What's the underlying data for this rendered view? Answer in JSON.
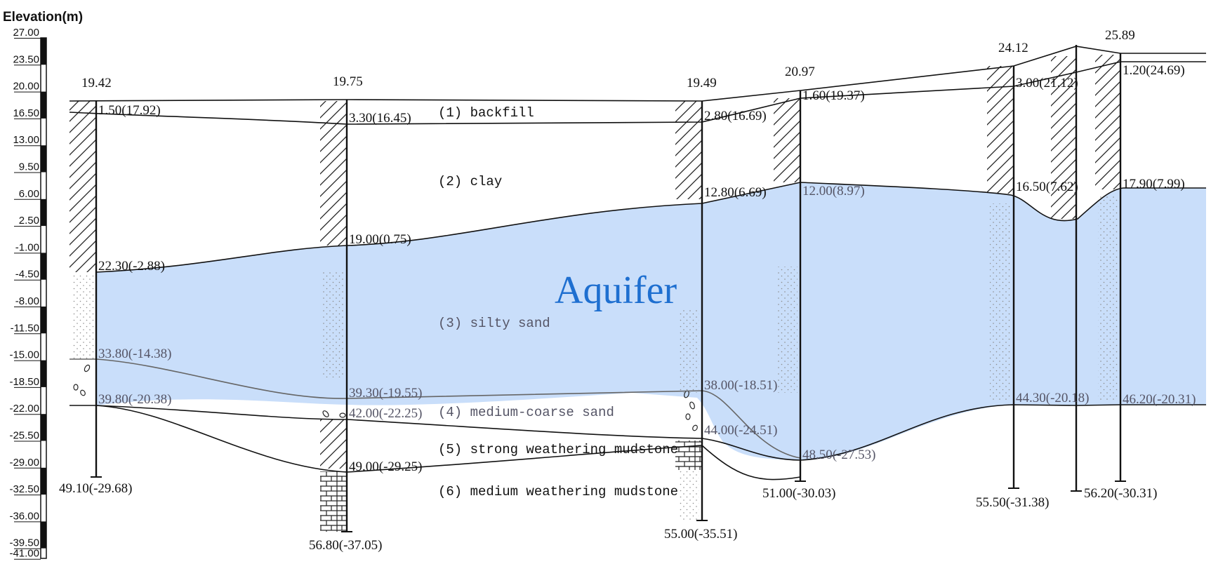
{
  "axis": {
    "title": "Elevation(m)",
    "ticks": [
      "27.00",
      "23.50",
      "20.00",
      "16.50",
      "13.00",
      "9.50",
      "6.00",
      "2.50",
      "-1.00",
      "-4.50",
      "-8.00",
      "-11.50",
      "-15.00",
      "-18.50",
      "-22.00",
      "-25.50",
      "-29.00",
      "-32.50",
      "-36.00",
      "-39.50",
      "-41.00"
    ]
  },
  "aquifer_label": "Aquifer",
  "colors": {
    "aquifer": "#c9defa",
    "aquifer_text": "#1e6fd0",
    "line": "#111111"
  },
  "layers": [
    {
      "label": "(1)  backfill"
    },
    {
      "label": "(2)  clay"
    },
    {
      "label": "(3)  silty sand"
    },
    {
      "label": "(4)  medium-coarse sand"
    },
    {
      "label": "(5)  strong weathering mudstone"
    },
    {
      "label": "(6)  medium weathering mudstone"
    }
  ],
  "boreholes": [
    {
      "top_elevation": "19.42",
      "depth_labels": [
        "1.50(17.92)",
        "22.30(-2.88)",
        "33.80(-14.38)",
        "39.80(-20.38)"
      ],
      "bottom_label": "49.10(-29.68)"
    },
    {
      "top_elevation": "19.75",
      "depth_labels": [
        "3.30(16.45)",
        "19.00(0.75)",
        "39.30(-19.55)",
        "42.00(-22.25)",
        "49.00(-29.25)"
      ],
      "bottom_label": "56.80(-37.05)"
    },
    {
      "top_elevation": "19.49",
      "depth_labels": [
        "2.80(16.69)",
        "12.80(6.69)",
        "38.00(-18.51)",
        "44.00(-24.51)"
      ],
      "bottom_label": "55.00(-35.51)"
    },
    {
      "top_elevation": "20.97",
      "depth_labels": [
        "1.60(19.37)",
        "12.00(8.97)",
        "48.50(-27.53)"
      ],
      "bottom_label": "51.00(-30.03)"
    },
    {
      "top_elevation": "24.12",
      "depth_labels": [
        "3.00(21.12)",
        "16.50(7.62)",
        "44.30(-20.18)"
      ],
      "bottom_label": "55.50(-31.38)"
    },
    {
      "top_elevation": "25.89",
      "depth_labels": [
        "1.20(24.69)",
        "17.90(7.99)",
        "46.20(-20.31)"
      ],
      "bottom_label": "56.20(-30.31)"
    }
  ]
}
